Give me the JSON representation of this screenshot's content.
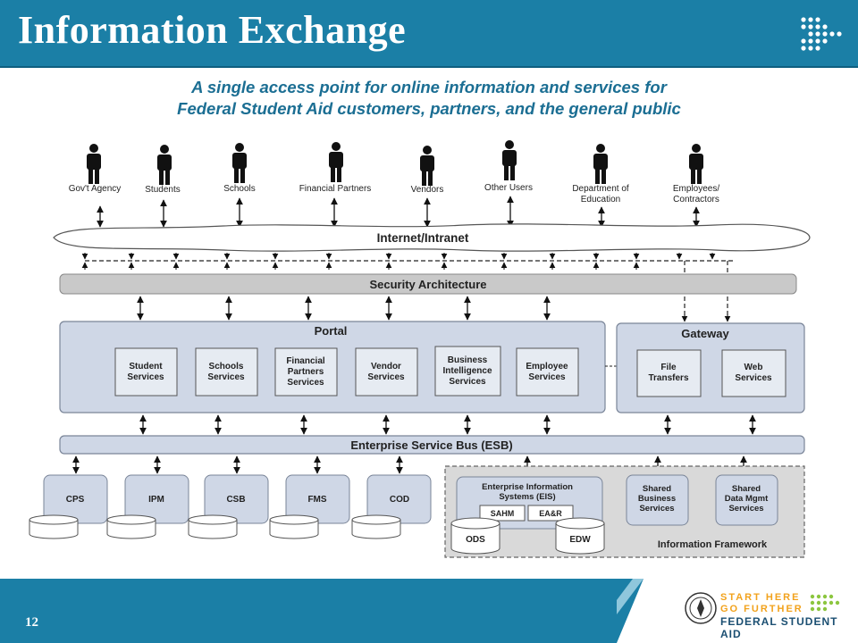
{
  "slide": {
    "title": "Information Exchange",
    "subtitle_line1": "A single access point for online information and services for",
    "subtitle_line2": "Federal Student Aid customers, partners, and the general public",
    "page_number": "12"
  },
  "users": [
    "Gov't Agency",
    "Students",
    "Schools",
    "Financial Partners",
    "Vendors",
    "Other Users",
    "Department of",
    "Education",
    "Employees/",
    "Contractors"
  ],
  "diagram": {
    "internet_label": "Internet/Intranet",
    "security_label": "Security Architecture",
    "portal_label": "Portal",
    "gateway_label": "Gateway",
    "esb_label": "Enterprise Service Bus (ESB)",
    "portal_services": [
      [
        "Student",
        "Services"
      ],
      [
        "Schools",
        "Services"
      ],
      [
        "Financial",
        "Partners",
        "Services"
      ],
      [
        "Vendor",
        "Services"
      ],
      [
        "Business",
        "Intelligence",
        "Services"
      ],
      [
        "Employee",
        "Services"
      ]
    ],
    "gateway_services": [
      [
        "File",
        "Transfers"
      ],
      [
        "Web",
        "Services"
      ]
    ],
    "systems": [
      "CPS",
      "IPM",
      "CSB",
      "FMS",
      "COD"
    ],
    "eis_line1": "Enterprise Information",
    "eis_line2": "Systems (EIS)",
    "sahm": "SAHM",
    "ea_r": "EA&R",
    "ods": "ODS",
    "edw": "EDW",
    "shared_business": [
      "Shared",
      "Business",
      "Services"
    ],
    "shared_data": [
      "Shared",
      "Data Mgmt",
      "Services"
    ],
    "framework_label": "Information Framework"
  },
  "footer": {
    "slogan_line1": "START HERE",
    "slogan_line2": "GO FURTHER",
    "slogan_line3": "FEDERAL STUDENT AID"
  },
  "colors": {
    "header_blue": "#1b7fa6",
    "box_fill": "#cfd7e6",
    "bar_fill": "#c9c9c9",
    "framework_fill": "#d9d9d9",
    "accent_orange": "#f2a21c"
  }
}
